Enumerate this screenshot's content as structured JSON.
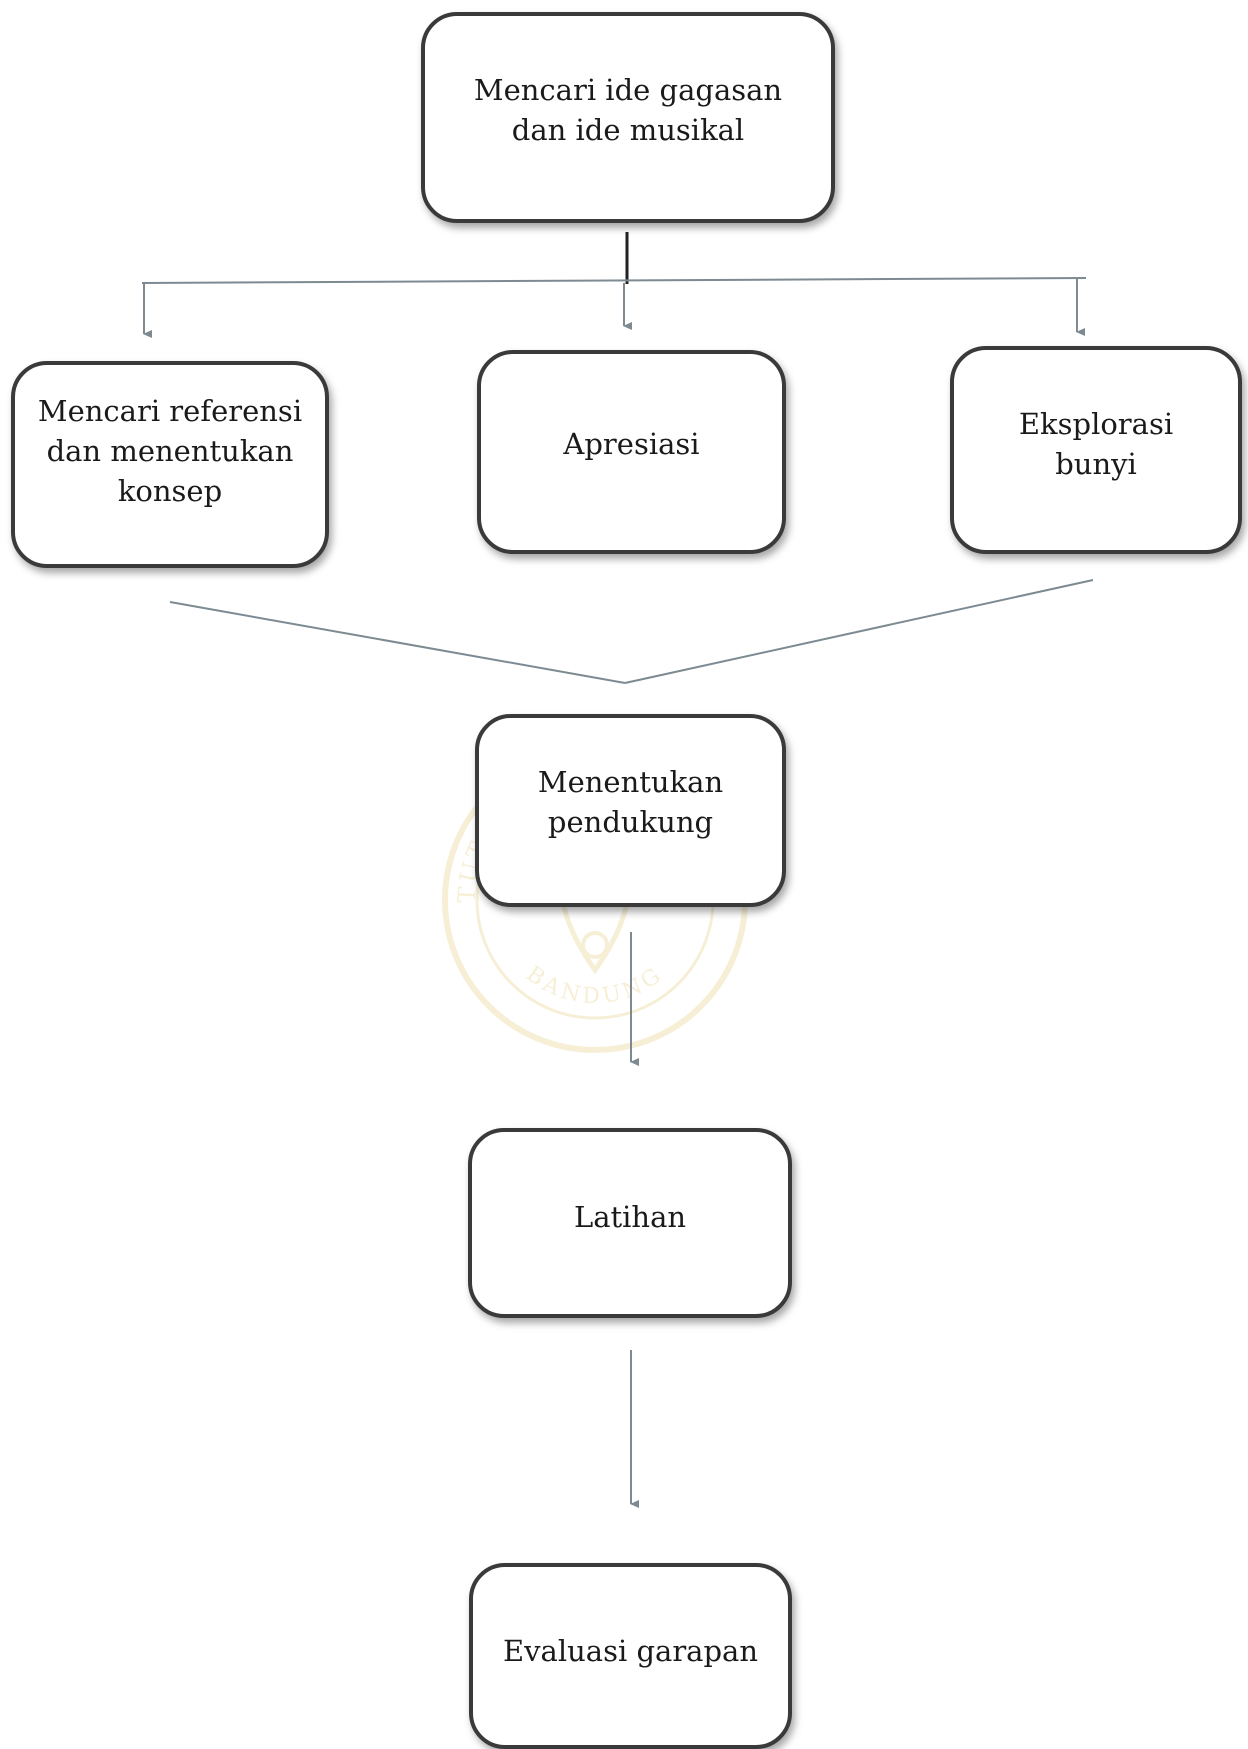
{
  "diagram": {
    "nodes": {
      "idea": "Mencari ide gagasan\ndan ide musikal",
      "reference": "Mencari referensi\ndan menentukan\nkonsep",
      "appreciation": "Apresiasi",
      "exploration": "Eksplorasi\nbunyi",
      "support": "Menentukan\npendukung",
      "practice": "Latihan",
      "evaluation": "Evaluasi garapan"
    }
  },
  "watermark": {
    "top_text": "INSTITUT SENI BUDAYA INDONESIA",
    "bottom_text": "BANDUNG",
    "color": "#d9b84a"
  },
  "colors": {
    "border": "#3a3a3a",
    "connector": "#7d8a92"
  }
}
